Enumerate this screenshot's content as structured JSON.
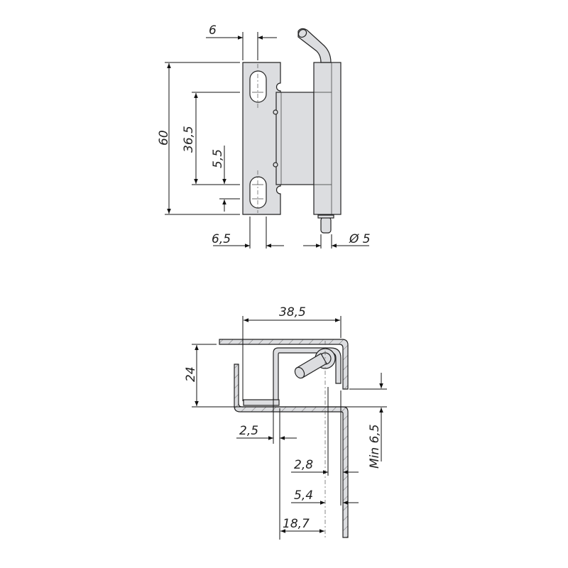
{
  "drawing": {
    "title": "Hinge technical drawing",
    "colors": {
      "part_fill": "#dcdde0",
      "line": "#111111"
    },
    "front_view": {
      "dimensions": {
        "slot_spacing_width": "6",
        "overall_height": "60",
        "slot_center_distance": "36,5",
        "slot_offset": "5,5",
        "slot_width": "6,5",
        "pin_diameter": "Ø 5"
      }
    },
    "section_view": {
      "dimensions": {
        "overall_width": "38,5",
        "height": "24",
        "offset": "2,5",
        "min_gap": "Min 6,5",
        "clearance_1": "2,8",
        "clearance_2": "5,4",
        "pin_distance": "18,7"
      }
    }
  }
}
